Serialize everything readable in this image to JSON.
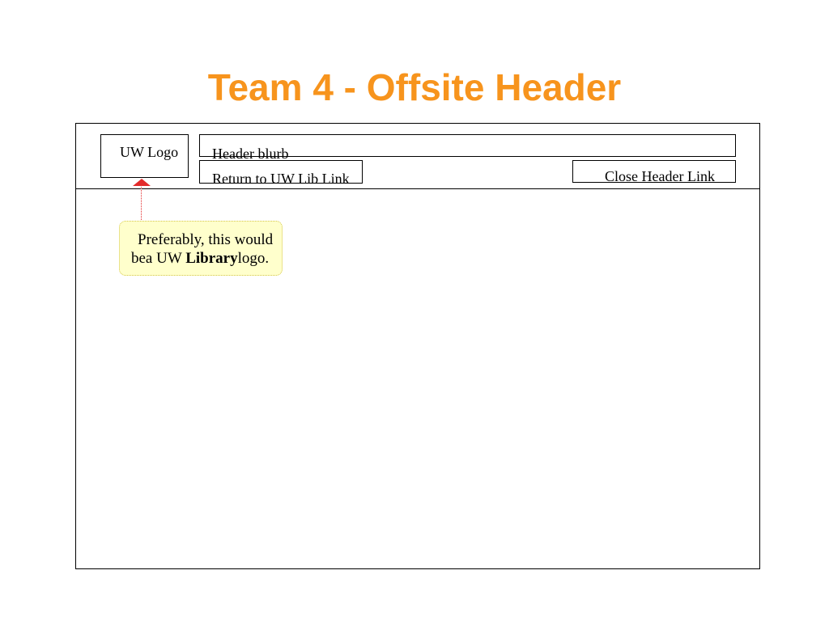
{
  "title": "Team 4 - Offsite Header",
  "header": {
    "logo_label": "UW Logo",
    "blurb_label": "Header blurb",
    "return_link_label": "Return to UW Lib Link",
    "close_link_label": "Close Header Link"
  },
  "callout": {
    "line1": "Preferably, this would",
    "line2_prefix": "bea UW ",
    "line2_emphasis": "Library",
    "line2_suffix": "logo."
  },
  "colors": {
    "title": "#f7941d",
    "callout_arrow": "#e32b2b",
    "callout_fill": "#ffffcc"
  }
}
